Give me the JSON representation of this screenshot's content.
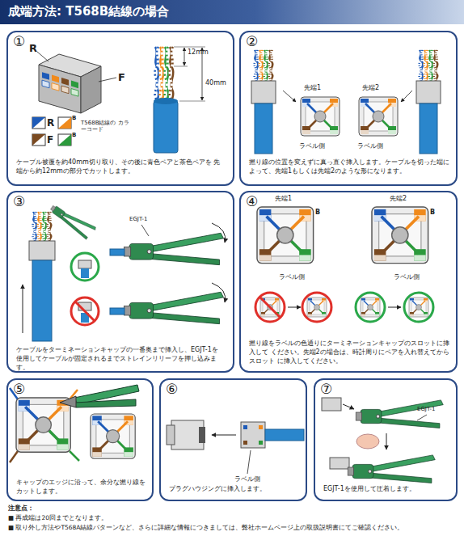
{
  "diagram": {
    "title": "成端方法: T568B結線の場合",
    "nodes": [
      {
        "text": [
          "①",
          "ケーブル被覆を約40mm切り取り、その後に青色ペアと茶色ペアを 先端から約12mmの部分でカットします。"
        ]
      },
      {
        "text": [
          "②",
          "撚り線の位置を変えずに真っ直ぐ挿入します。ケーブルを切った端に よって、先端1もしくは先端2のような形になります。"
        ]
      },
      {
        "text": [
          "③",
          "ケーブルをターミネーションキャップの一番奥まで挿入し、EGJT-1を 使用してケーブルが固定されるまでストレインリリーフを押し込みます。"
        ]
      },
      {
        "text": [
          "④",
          "撚り線をラベルの色通りにターミネーションキャップのスロットに挿入して ください。先端2の場合は、時計周りにペアを入れ替えてからスロット に挿入してください。"
        ]
      },
      {
        "text": [
          "⑤",
          "キャップのエッジに沿って、余分な撚り線を カットします。"
        ]
      },
      {
        "text": [
          "⑥",
          "プラグハウジングに挿入します。"
        ]
      },
      {
        "text": [
          "⑦",
          "EGJT-1を使用して圧着します。"
        ]
      }
    ],
    "labels": [
      "R",
      "F",
      "12mm",
      "40mm",
      "R",
      "B",
      "F",
      "B",
      "T568B結線の カラーコード",
      "先端1",
      "先端2",
      "ラベル側",
      "ラベル側",
      "EGJT-1",
      "先端1",
      "先端2",
      "B",
      "B",
      "ラベル側",
      "ラベル側",
      "ラベル側",
      "EGJT-1",
      "注意点：",
      "■ 再成端は20回までとなります。",
      "■ 取り外し方法やT568A結線パターンなど、さらに詳細な情報につきましては、弊社ホームページ上の取扱説明書にてご確認ください。"
    ]
  }
}
